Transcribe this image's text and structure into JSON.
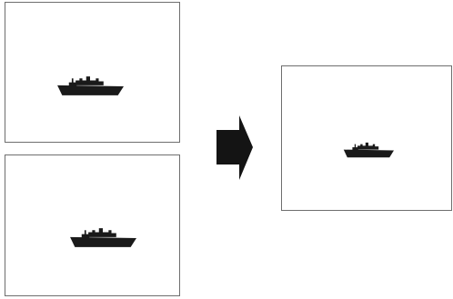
{
  "diagram": {
    "description_kind": "composition",
    "panels": [
      {
        "id": "input-1",
        "content": "ship-silhouette-icon"
      },
      {
        "id": "input-2",
        "content": "ship-silhouette-icon"
      },
      {
        "id": "result",
        "content": "ship-silhouette-icon"
      }
    ],
    "connector": {
      "icon": "right-arrow-icon"
    }
  },
  "colors": {
    "frame_border": "#6e6e6e",
    "silhouette": "#1a1a1a",
    "arrow": "#141414",
    "background": "#ffffff"
  }
}
